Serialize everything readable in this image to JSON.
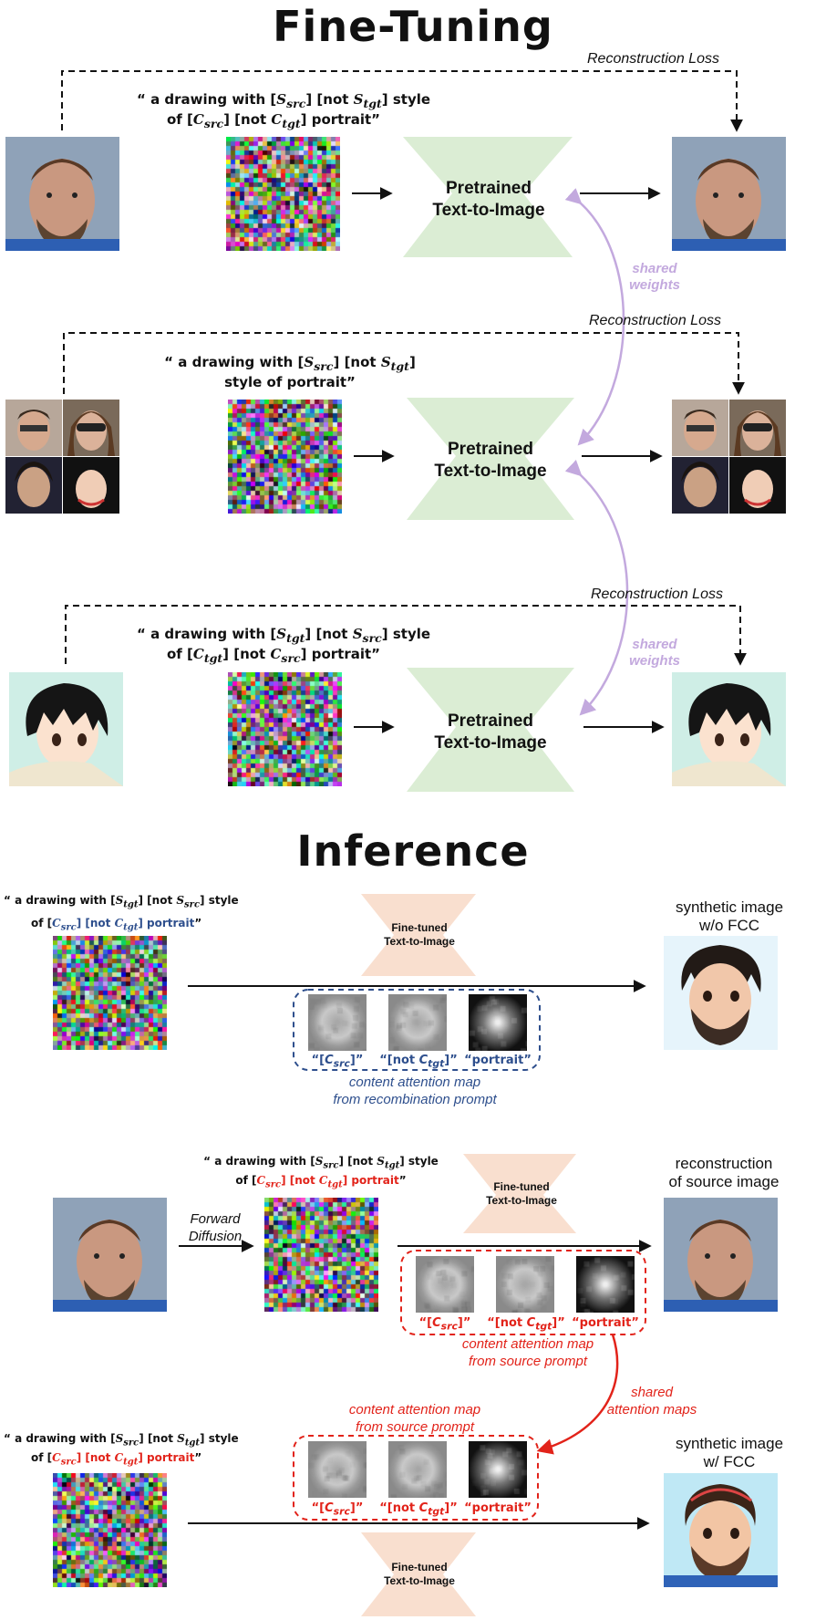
{
  "sections": {
    "finetune_title": "Fine-Tuning",
    "inference_title": "Inference"
  },
  "finetune": {
    "loss_label": "Reconstruction Loss",
    "network_label_1": "Pretrained",
    "network_label_2": "Text-to-Image",
    "shared_weights_1": "shared",
    "shared_weights_2": "weights",
    "row1_prompt_a": "“ a drawing with [",
    "row1_prompt_b": "] [not ",
    "row1_prompt_c": "] style",
    "row1_prompt_d": "of [",
    "row1_prompt_e": "] [not ",
    "row1_prompt_f": "] portrait”",
    "row2_prompt_a": "“ a drawing with [",
    "row2_prompt_b": "] [not ",
    "row2_prompt_c": "]",
    "row2_prompt_d": "style of portrait”",
    "sym_S": "S",
    "sym_C": "C",
    "sub_src": "src",
    "sub_tgt": "tgt"
  },
  "inference": {
    "network_label_1": "Fine-tuned",
    "network_label_2": "Text-to-Image",
    "recomb_caption_1": "content attention map",
    "recomb_caption_2": "from recombination prompt",
    "source_caption_1": "content attention map",
    "source_caption_2": "from source prompt",
    "att_labels": [
      "“[Csrc]”",
      "“[not Ctgt]”",
      "“portrait”"
    ],
    "att_label_csrc_a": "“[",
    "att_label_csrc_b": "]”",
    "att_label_not_a": "“[not ",
    "att_label_not_b": "]”",
    "att_label_portrait": "“portrait”",
    "out1_line1": "synthetic image",
    "out1_line2": "w/o FCC",
    "out2_line1": "reconstruction",
    "out2_line2": "of source image",
    "out3_line1": "synthetic image",
    "out3_line2": "w/ FCC",
    "forward_1": "Forward",
    "forward_2": "Diffusion",
    "shared_maps_1": "shared",
    "shared_maps_2": "attention maps"
  },
  "colors": {
    "bowtie_green": "#dbedd4",
    "bowtie_peach": "#f9dfcf",
    "shared_purple": "#c3a9de",
    "blue": "#2e4f8d",
    "red": "#e2231a"
  }
}
